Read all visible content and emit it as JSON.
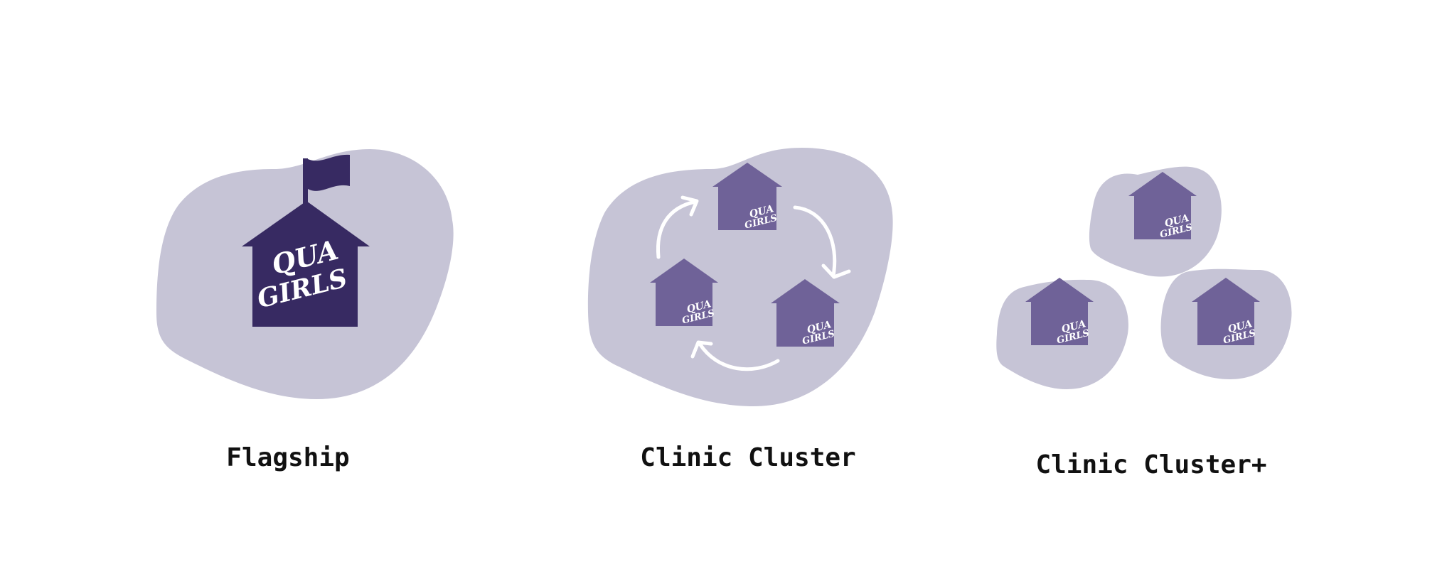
{
  "labels": {
    "flagship": "Flagship",
    "clinic_cluster": "Clinic Cluster",
    "clinic_cluster_plus": "Clinic Cluster+"
  },
  "logo_text": {
    "line1": "QUA",
    "line2": "GIRLS"
  },
  "colors": {
    "blob": "#c6c4d6",
    "house_dark": "#372a62",
    "house_medium": "#6f6298",
    "arrow": "#ffffff",
    "label_text": "#111111",
    "background": "#ffffff"
  }
}
